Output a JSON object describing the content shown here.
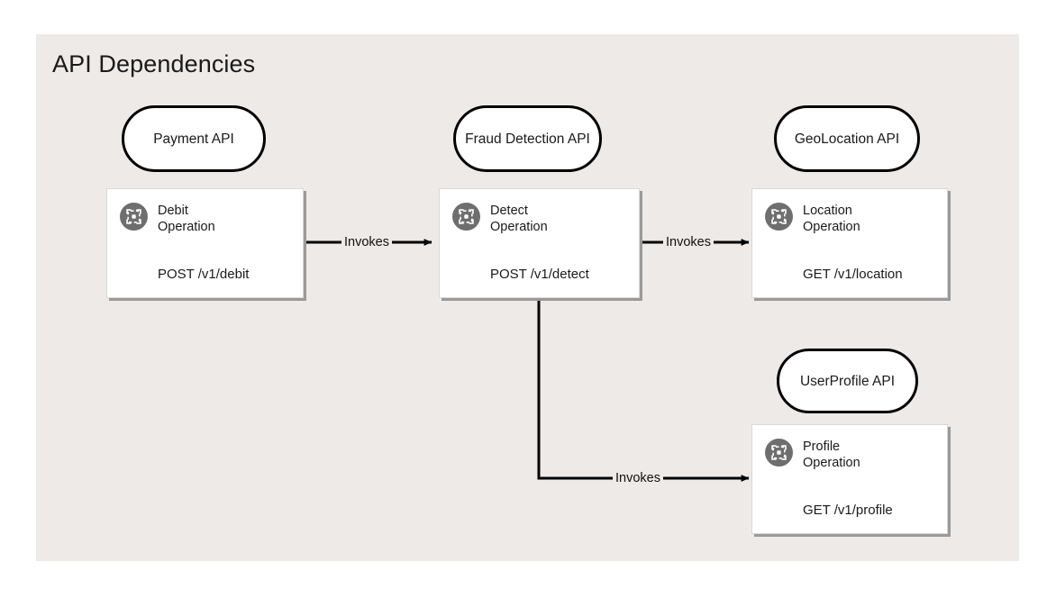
{
  "panel": {
    "title": "API Dependencies",
    "background_color": "#EEEAE7"
  },
  "colors": {
    "panel_bg": "#EEEAE7",
    "card_bg": "#FFFFFF",
    "card_border": "#D9D9D9",
    "card_shadow": "#9A9A9A",
    "pill_border": "#000000",
    "icon_badge": "#6E6E6E",
    "edge_stroke": "#000000",
    "text": "#1A1A1A"
  },
  "apis": [
    {
      "id": "payment",
      "label": "Payment API"
    },
    {
      "id": "fraud",
      "label": "Fraud Detection\nAPI"
    },
    {
      "id": "geolocation",
      "label": "GeoLocation API"
    },
    {
      "id": "userprofile",
      "label": "UserProfile API"
    }
  ],
  "operations": [
    {
      "id": "debit",
      "icon": "operation-scan-icon",
      "title": "Debit\nOperation",
      "method": "POST",
      "path": "/v1/debit",
      "path_label": "POST /v1/debit"
    },
    {
      "id": "detect",
      "icon": "operation-scan-icon",
      "title": "Detect\nOperation",
      "method": "POST",
      "path": "/v1/detect",
      "path_label": "POST /v1/detect"
    },
    {
      "id": "location",
      "icon": "operation-scan-icon",
      "title": "Location\nOperation",
      "method": "GET",
      "path": "/v1/location",
      "path_label": "GET /v1/location"
    },
    {
      "id": "profile",
      "icon": "operation-scan-icon",
      "title": "Profile\nOperation",
      "method": "GET",
      "path": "/v1/profile",
      "path_label": "GET /v1/profile"
    }
  ],
  "edges": [
    {
      "id": "debit-to-detect",
      "from": "debit",
      "to": "detect",
      "label": "Invokes"
    },
    {
      "id": "detect-to-location",
      "from": "detect",
      "to": "location",
      "label": "Invokes"
    },
    {
      "id": "detect-to-profile",
      "from": "detect",
      "to": "profile",
      "label": "Invokes"
    }
  ]
}
